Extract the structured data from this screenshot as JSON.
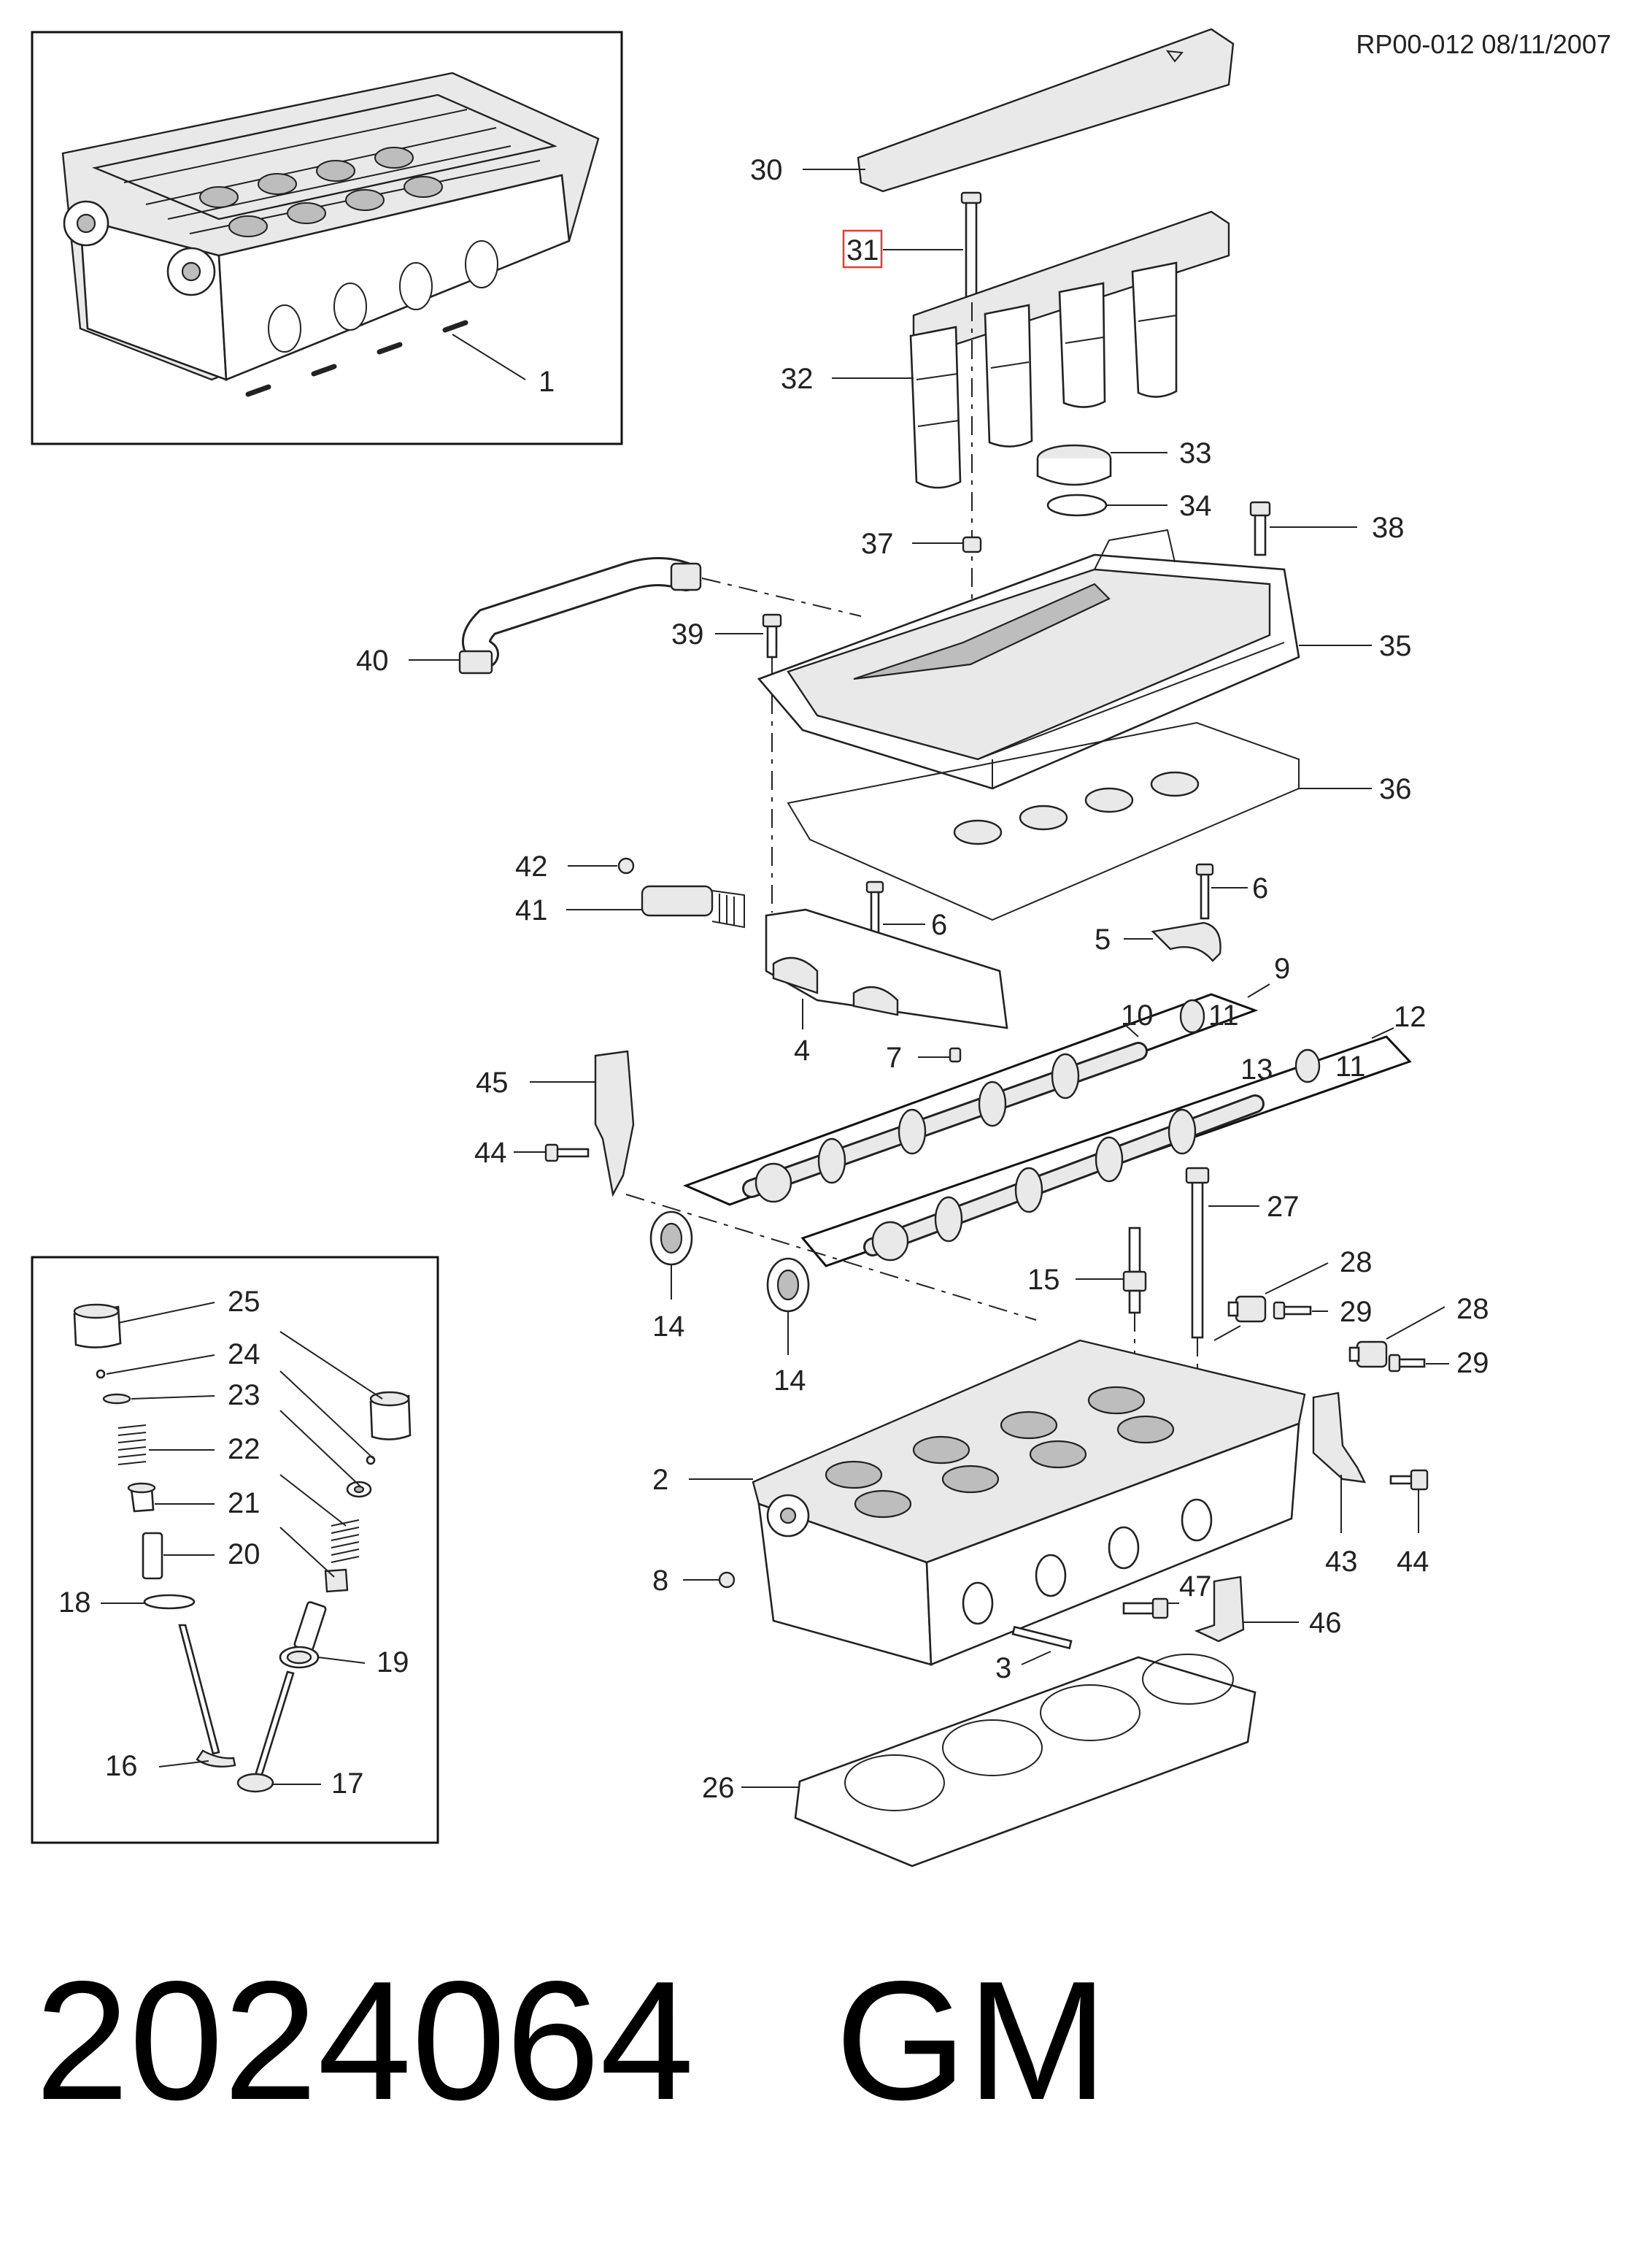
{
  "header": {
    "reference": "RP00-012 08/11/2007"
  },
  "footer": {
    "part_number": "2024064",
    "brand": "GM"
  },
  "highlight": {
    "callout": "31",
    "color": "#e23b3b"
  },
  "callouts": {
    "c1": "1",
    "c2": "2",
    "c3": "3",
    "c4": "4",
    "c5": "5",
    "c6a": "6",
    "c6b": "6",
    "c7": "7",
    "c8": "8",
    "c9": "9",
    "c10": "10",
    "c11a": "11",
    "c11b": "11",
    "c12": "12",
    "c13": "13",
    "c14a": "14",
    "c14b": "14",
    "c15": "15",
    "c16": "16",
    "c17": "17",
    "c18": "18",
    "c19": "19",
    "c20": "20",
    "c21": "21",
    "c22": "22",
    "c23": "23",
    "c24": "24",
    "c25": "25",
    "c26": "26",
    "c27": "27",
    "c28a": "28",
    "c28b": "28",
    "c29a": "29",
    "c29b": "29",
    "c30": "30",
    "c31": "31",
    "c32": "32",
    "c33": "33",
    "c34": "34",
    "c35": "35",
    "c36": "36",
    "c37": "37",
    "c38": "38",
    "c39": "39",
    "c40": "40",
    "c41": "41",
    "c42": "42",
    "c43": "43",
    "c44a": "44",
    "c44b": "44",
    "c45": "45",
    "c46": "46",
    "c47": "47"
  }
}
